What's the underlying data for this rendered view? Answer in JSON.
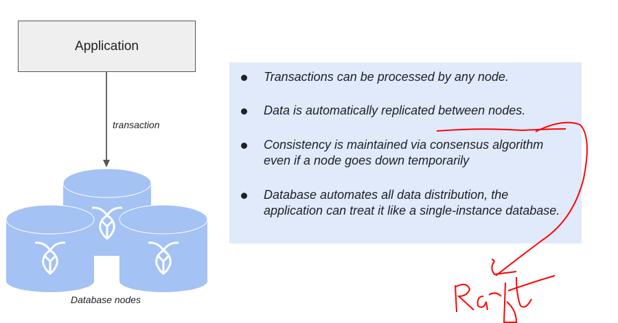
{
  "diagram": {
    "application_box": {
      "label": "Application"
    },
    "arrow": {
      "label": "transaction"
    },
    "database_nodes": {
      "label": "Database nodes",
      "count": 3,
      "node_color": "#a4c2f4",
      "logo_icon": "cockroach-logo-icon"
    },
    "bullets": [
      {
        "text": "Transactions can be processed by any node."
      },
      {
        "text": "Data is automatically replicated between nodes."
      },
      {
        "text": "Consistency is maintained via consensus algorithm even if a node goes down temporarily"
      },
      {
        "text": "Database automates all data distribution, the application can treat it like a single-instance database."
      }
    ],
    "panel_color": "#e0eafb",
    "annotation": {
      "handwritten_text": "Raft",
      "color": "#ff0000"
    }
  }
}
